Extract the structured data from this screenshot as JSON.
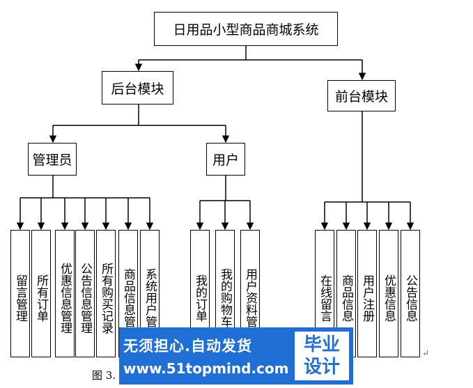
{
  "root": "日用品小型商品商城系统",
  "branches": {
    "backend": "后台模块",
    "frontend": "前台模块"
  },
  "backend_roles": {
    "admin": "管理员",
    "user": "用户"
  },
  "admin_functions": [
    "留言管理",
    "所有订单",
    "优惠信息管理",
    "公告信息管理",
    "所有购买记录",
    "商品信息管",
    "系统用户管"
  ],
  "user_functions": [
    "我的订单",
    "我的购物车",
    "用户资料管"
  ],
  "frontend_functions": [
    "在线留言",
    "商品信息",
    "用户注册",
    "优惠信息",
    "公告信息"
  ],
  "caption": "图 3.",
  "return_mark": "↵",
  "watermark": {
    "slogan": "无须担心.自动发货",
    "url": "www.51topmind.com",
    "badge_line1": "毕业",
    "badge_line2": "设计",
    "color": "#1f6fd6"
  }
}
